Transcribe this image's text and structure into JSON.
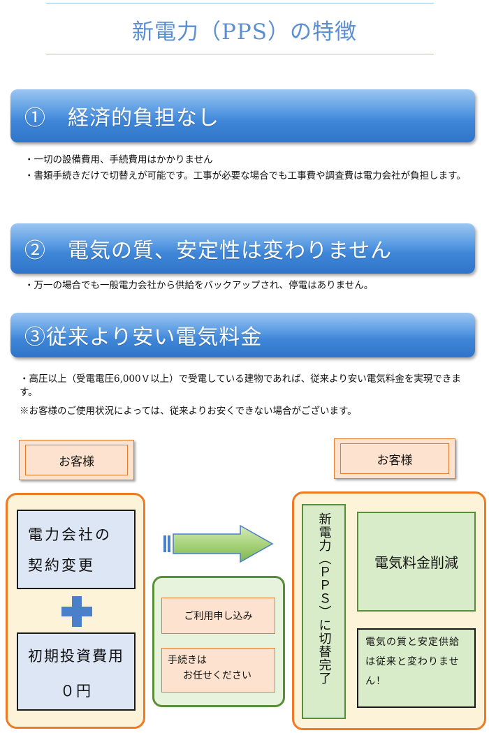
{
  "header": {
    "title": "新電力（PPS）の特徴"
  },
  "sections": [
    {
      "heading": "①　経済的負担なし",
      "items": [
        "・一切の設備費用、手続費用はかかりません",
        "・書類手続きだけで切替えが可能です。工事が必要な場合でも工事費や調査費は電力会社が負担します。"
      ]
    },
    {
      "heading": "②　電気の質、安定性は変わりません",
      "items": [
        "・万一の場合でも一般電力会社から供給をバックアップされ、停電はありません。"
      ]
    },
    {
      "heading": "③従来より安い電気料金",
      "items": [
        "・高圧以上（受電電圧6,000Ｖ以上）で受電している建物であれば、従来より安い電気料金を実現できます。",
        "※お客様のご使用状況によっては、従来よりお安くできない場合がございます。"
      ]
    }
  ],
  "diagram": {
    "left_label": "お客様",
    "right_label": "お客様",
    "left_box1": "電力会社の契約変更",
    "left_box2_line1": "初期投資費用",
    "left_box2_line2": "０円",
    "middle_box1": "ご利用申し込み",
    "middle_box2_line1": "手続きは",
    "middle_box2_line2": "お任せください",
    "right_vertical": "新電力（ＰＰＳ）に切替完了",
    "right_box1": "電気料金削減",
    "right_box2": "電気の質と安定供給は従来と変わりません！"
  }
}
